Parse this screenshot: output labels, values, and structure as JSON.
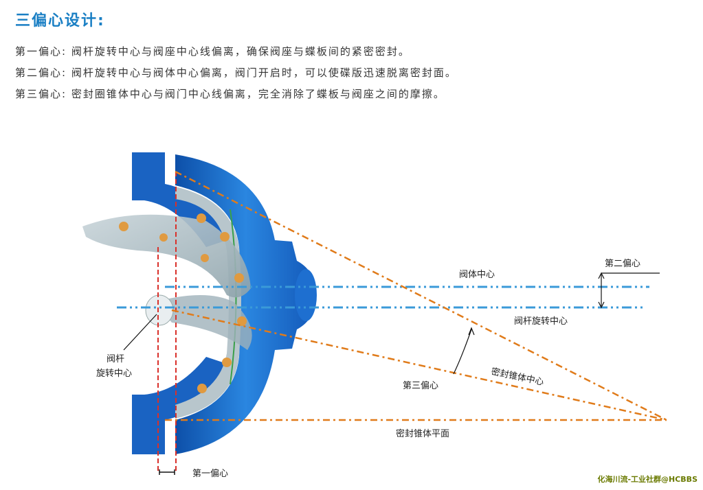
{
  "heading": "三偏心设计:",
  "descriptions": [
    "第一偏心:  阀杆旋转中心与阀座中心线偏离，确保阀座与蝶板间的紧密密封。",
    "第二偏心:  阀杆旋转中心与阀体中心偏离，阀门开启时，可以使碟版迅速脱离密封面。",
    "第三偏心:  密封圈锥体中心与阀门中心线偏离，完全消除了蝶板与阀座之间的摩擦。"
  ],
  "labels": {
    "second_offset": "第二偏心",
    "body_center": "阀体中心",
    "stem_rotation_center": "阀杆旋转中心",
    "stem_line1": "阀杆",
    "stem_line2": "旋转中心",
    "third_offset": "第三偏心",
    "cone_center": "密封锥体中心",
    "cone_plane": "密封锥体平面",
    "first_offset": "第一偏心"
  },
  "watermark": "化海川流-工业社群@HCBBS",
  "colors": {
    "heading": "#1a7fc4",
    "valve_body": "#1e6fd0",
    "center_line": "#3a9ad8",
    "cone_line": "#e07b1a",
    "first_offset_line": "#d9302a",
    "disc": "#a9b9c0"
  }
}
